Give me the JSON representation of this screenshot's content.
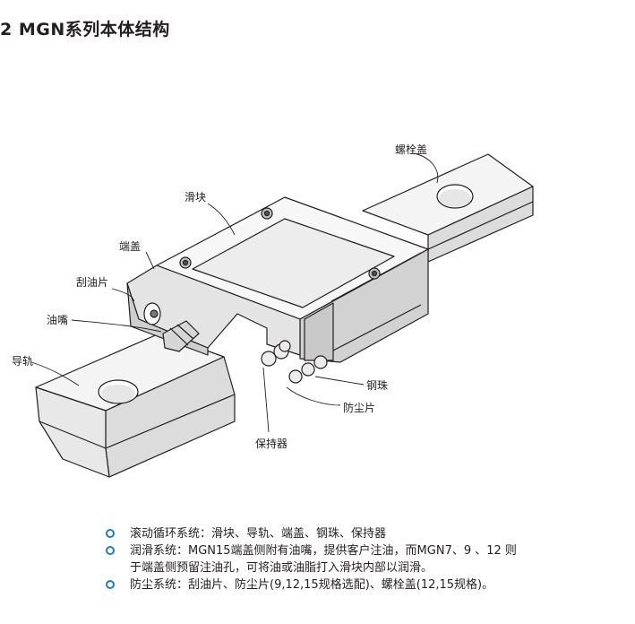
{
  "header": {
    "title": "2 MGN系列本体结构"
  },
  "figure": {
    "callouts": {
      "end_seal_bolt_cap": "螺栓盖",
      "slider": "滑块",
      "end_cap": "端盖",
      "scraper": "刮油片",
      "grease_nipple": "油嘴",
      "rail": "导轨",
      "steel_ball": "钢珠",
      "dust_seal": "防尘片",
      "retainer": "保持器"
    }
  },
  "notes": {
    "items": [
      {
        "text": "滚动循环系统：滑块、导轨、端盖、钢珠、保持器"
      },
      {
        "text": "润滑系统：MGN15端盖侧附有油嘴，提供客户注油，而MGN7、9 、12 则",
        "continuation": "于端盖侧预留注油孔，可将油或油脂打入滑块内部以润滑。"
      },
      {
        "text": "防尘系统：刮油片、防尘片(9,12,15规格选配)、螺栓盖(12,15规格)。"
      }
    ]
  },
  "colors": {
    "bullet": "#1a7fc1",
    "line": "#231f20",
    "shade_light": "#f2f2f2",
    "shade_mid": "#d9d9d9",
    "shade_dark": "#bfbfbf"
  }
}
